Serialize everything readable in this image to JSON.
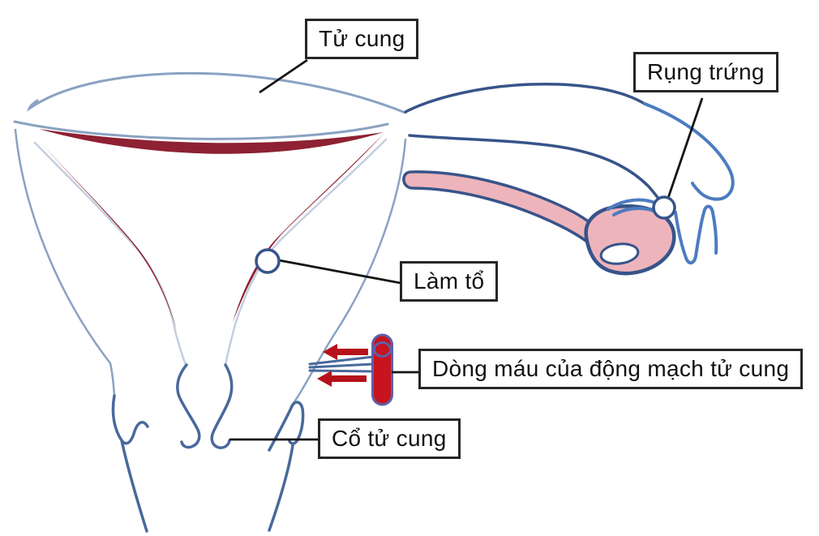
{
  "figure": {
    "type": "medical-diagram",
    "subject": "uterus-fallopian-tube-ovulation",
    "labels": {
      "uterus": "Tử cung",
      "ovulation": "Rụng trứng",
      "implantation": "Làm tổ",
      "uterine_artery": "Dòng máu của động mạch tử cung",
      "cervix": "Cổ tử cung"
    },
    "colors": {
      "outline_light": "#8aa2c2",
      "outline_medium": "#49699c",
      "outline_dark": "#37548a",
      "fimbria_blue": "#4d7cc0",
      "echo_light": "#c3cede",
      "endometrium": "#8e2133",
      "artery_red": "#c8141e",
      "arrow_red": "#b5121b",
      "capsule_stroke": "#5d60a8",
      "pink_fill": "#eeb4bb",
      "leader_black": "#151515",
      "label_border": "#262626",
      "label_text": "#111111",
      "background": "#ffffff"
    }
  }
}
